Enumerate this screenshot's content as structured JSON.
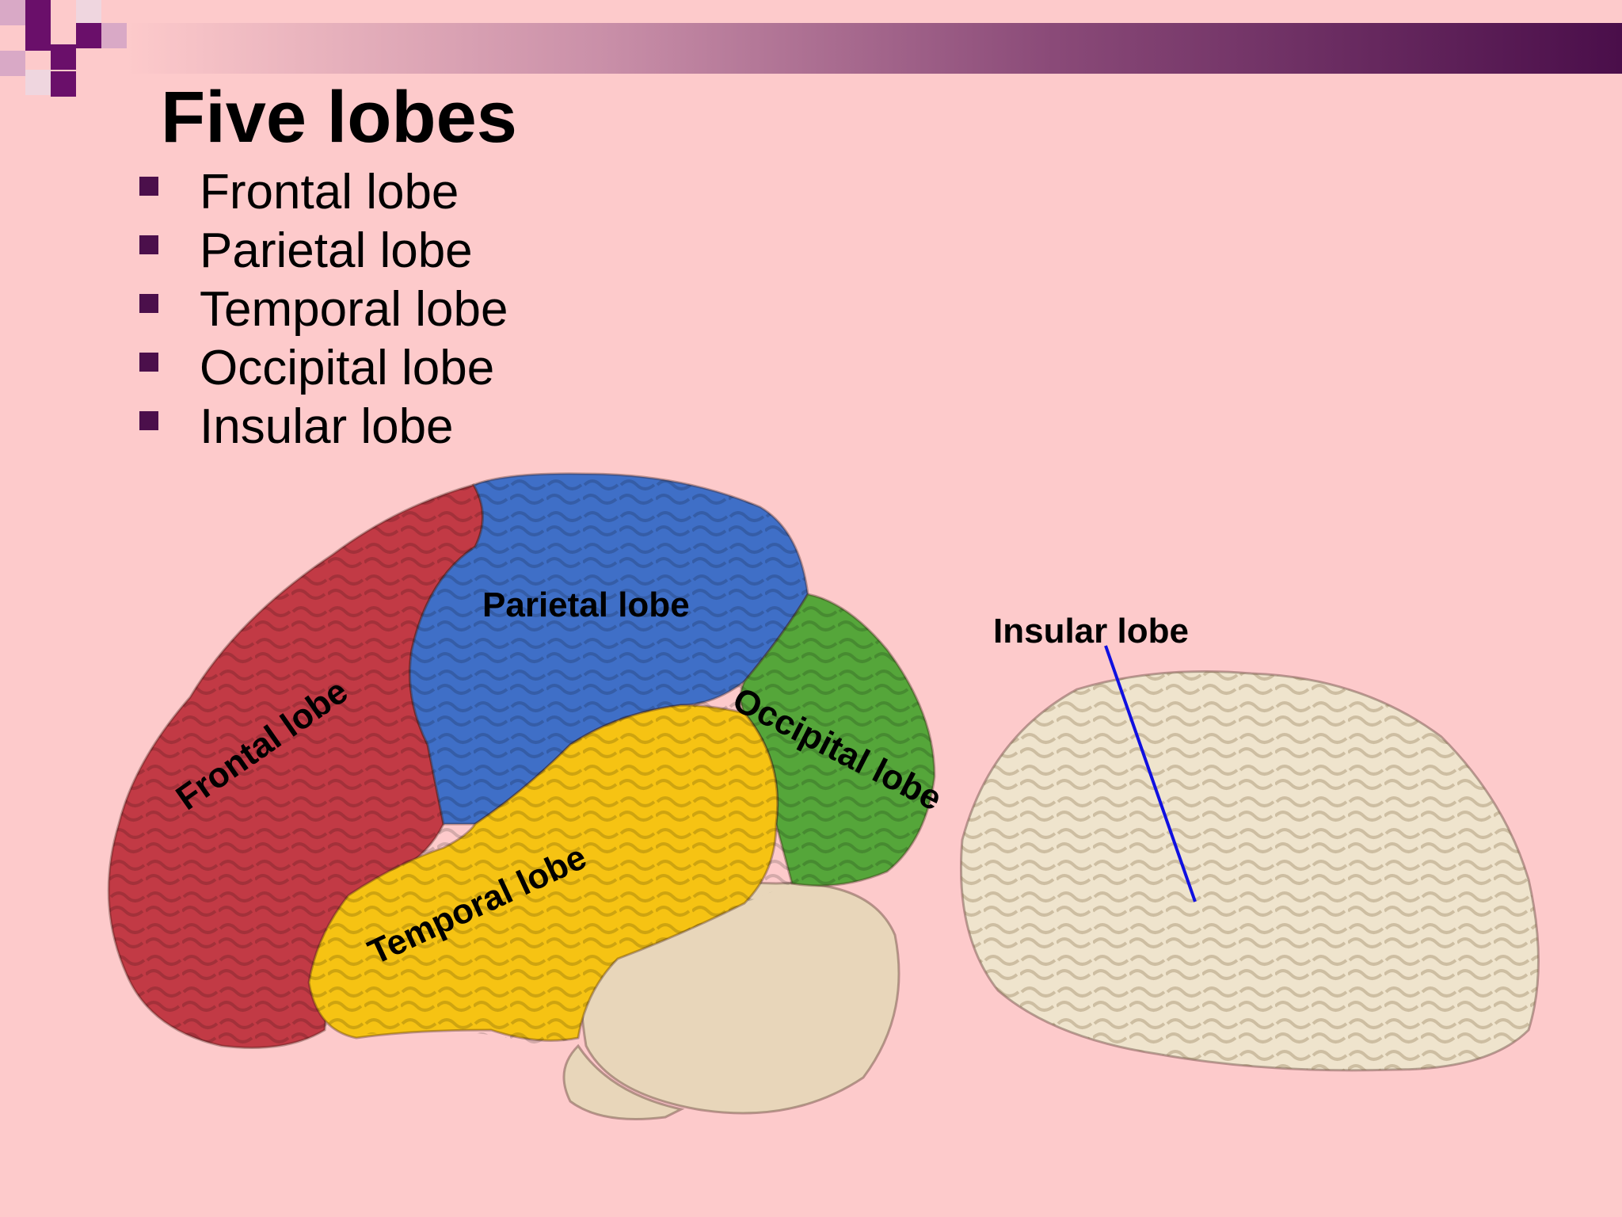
{
  "slide": {
    "title": "Five lobes",
    "bullets": [
      "Frontal lobe",
      "Parietal lobe",
      "Temporal lobe",
      "Occipital lobe",
      "Insular lobe"
    ]
  },
  "figure": {
    "labels": {
      "frontal": "Frontal lobe",
      "parietal": "Parietal lobe",
      "temporal": "Temporal lobe",
      "occipital": "Occipital lobe",
      "insular": "Insular lobe"
    },
    "colors": {
      "frontal": "#c23a45",
      "parietal": "#3f6fc7",
      "temporal": "#f6c313",
      "occipital": "#55a63a",
      "cerebellum": "#e8d6ba",
      "insular_brain": "#efe4cd",
      "pointer": "#1010e0"
    }
  },
  "theme": {
    "background": "#fdcacb",
    "accent": "#4b0f4b",
    "band_end": "#4a0e4a"
  }
}
